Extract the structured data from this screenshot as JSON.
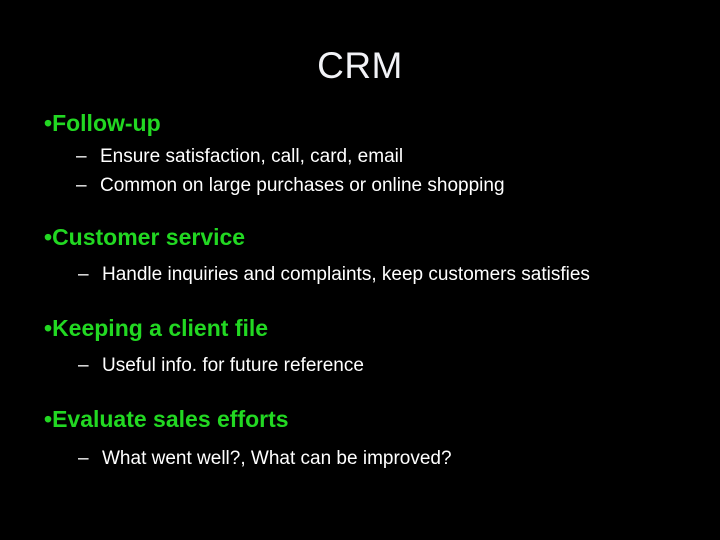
{
  "slide": {
    "background_color": "#000000",
    "title": "CRM",
    "title_color": "#f2f3f7",
    "bullet_color": "#22d822",
    "sub_bullet_color": "#ffffff",
    "bullet_glyph": "•",
    "dash_glyph": "–",
    "groups": [
      {
        "heading": "Follow-up",
        "sub_items": [
          "Ensure satisfaction, call, card, email",
          "Common on large purchases or online shopping"
        ]
      },
      {
        "heading": "Customer service",
        "sub_items": [
          "Handle inquiries and complaints, keep customers satisfies"
        ]
      },
      {
        "heading": "Keeping a client file",
        "sub_items": [
          "Useful info. for future reference"
        ]
      },
      {
        "heading": "Evaluate sales efforts",
        "sub_items": [
          "What went well?, What can be improved?"
        ]
      }
    ]
  }
}
